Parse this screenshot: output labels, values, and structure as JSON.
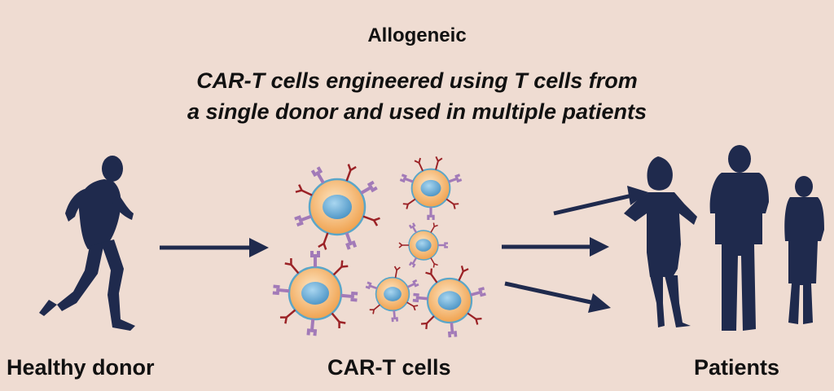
{
  "header": {
    "title": "Allogeneic",
    "subtitle_line1": "CAR-T cells engineered using T cells from",
    "subtitle_line2": "a single donor and used in multiple patients"
  },
  "labels": {
    "donor": "Healthy donor",
    "cells": "CAR-T cells",
    "patients": "Patients"
  },
  "colors": {
    "background": "#efdcd2",
    "silhouette": "#1f2a4d",
    "arrow": "#1f2a4d",
    "cell_body": "#f3b26b",
    "nucleus": "#6aaed6",
    "receptor_red": "#9b2226",
    "receptor_purple": "#a27ab8",
    "membrane": "#5aa6c9"
  },
  "icons": [
    "runner-icon",
    "woman-icon",
    "man-icon",
    "child-icon",
    "car-t-cell-icon",
    "arrow-icon"
  ]
}
